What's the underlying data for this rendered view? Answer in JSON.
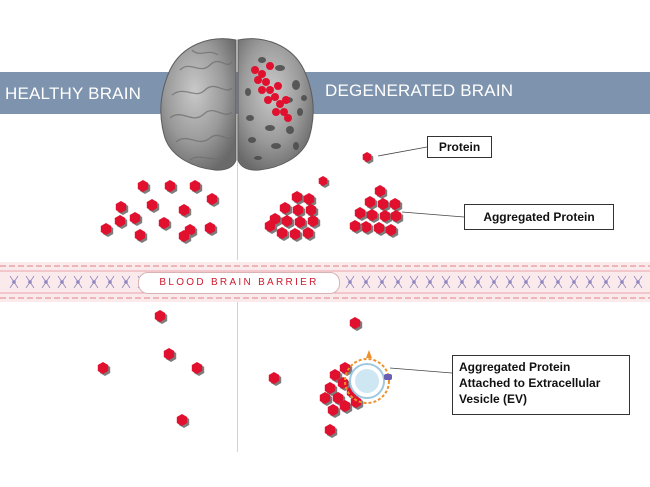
{
  "headers": {
    "healthy": "HEALTHY BRAIN",
    "degenerated": "DEGENERATED BRAIN"
  },
  "barrier": {
    "label": "BLOOD BRAIN BARRIER"
  },
  "callouts": {
    "protein": "Protein",
    "aggregated": "Aggregated Protein",
    "ev_line1": "Aggregated Protein",
    "ev_line2": "Attached to Extracellular",
    "ev_line3": "Vesicle (EV)"
  },
  "colors": {
    "protein": "#e0102e",
    "protein_shadow": "#7d7d7d",
    "banner": "#7e93ad",
    "barrier_line": "#e9a3a8",
    "vesicle_ring": "#f0902a"
  }
}
